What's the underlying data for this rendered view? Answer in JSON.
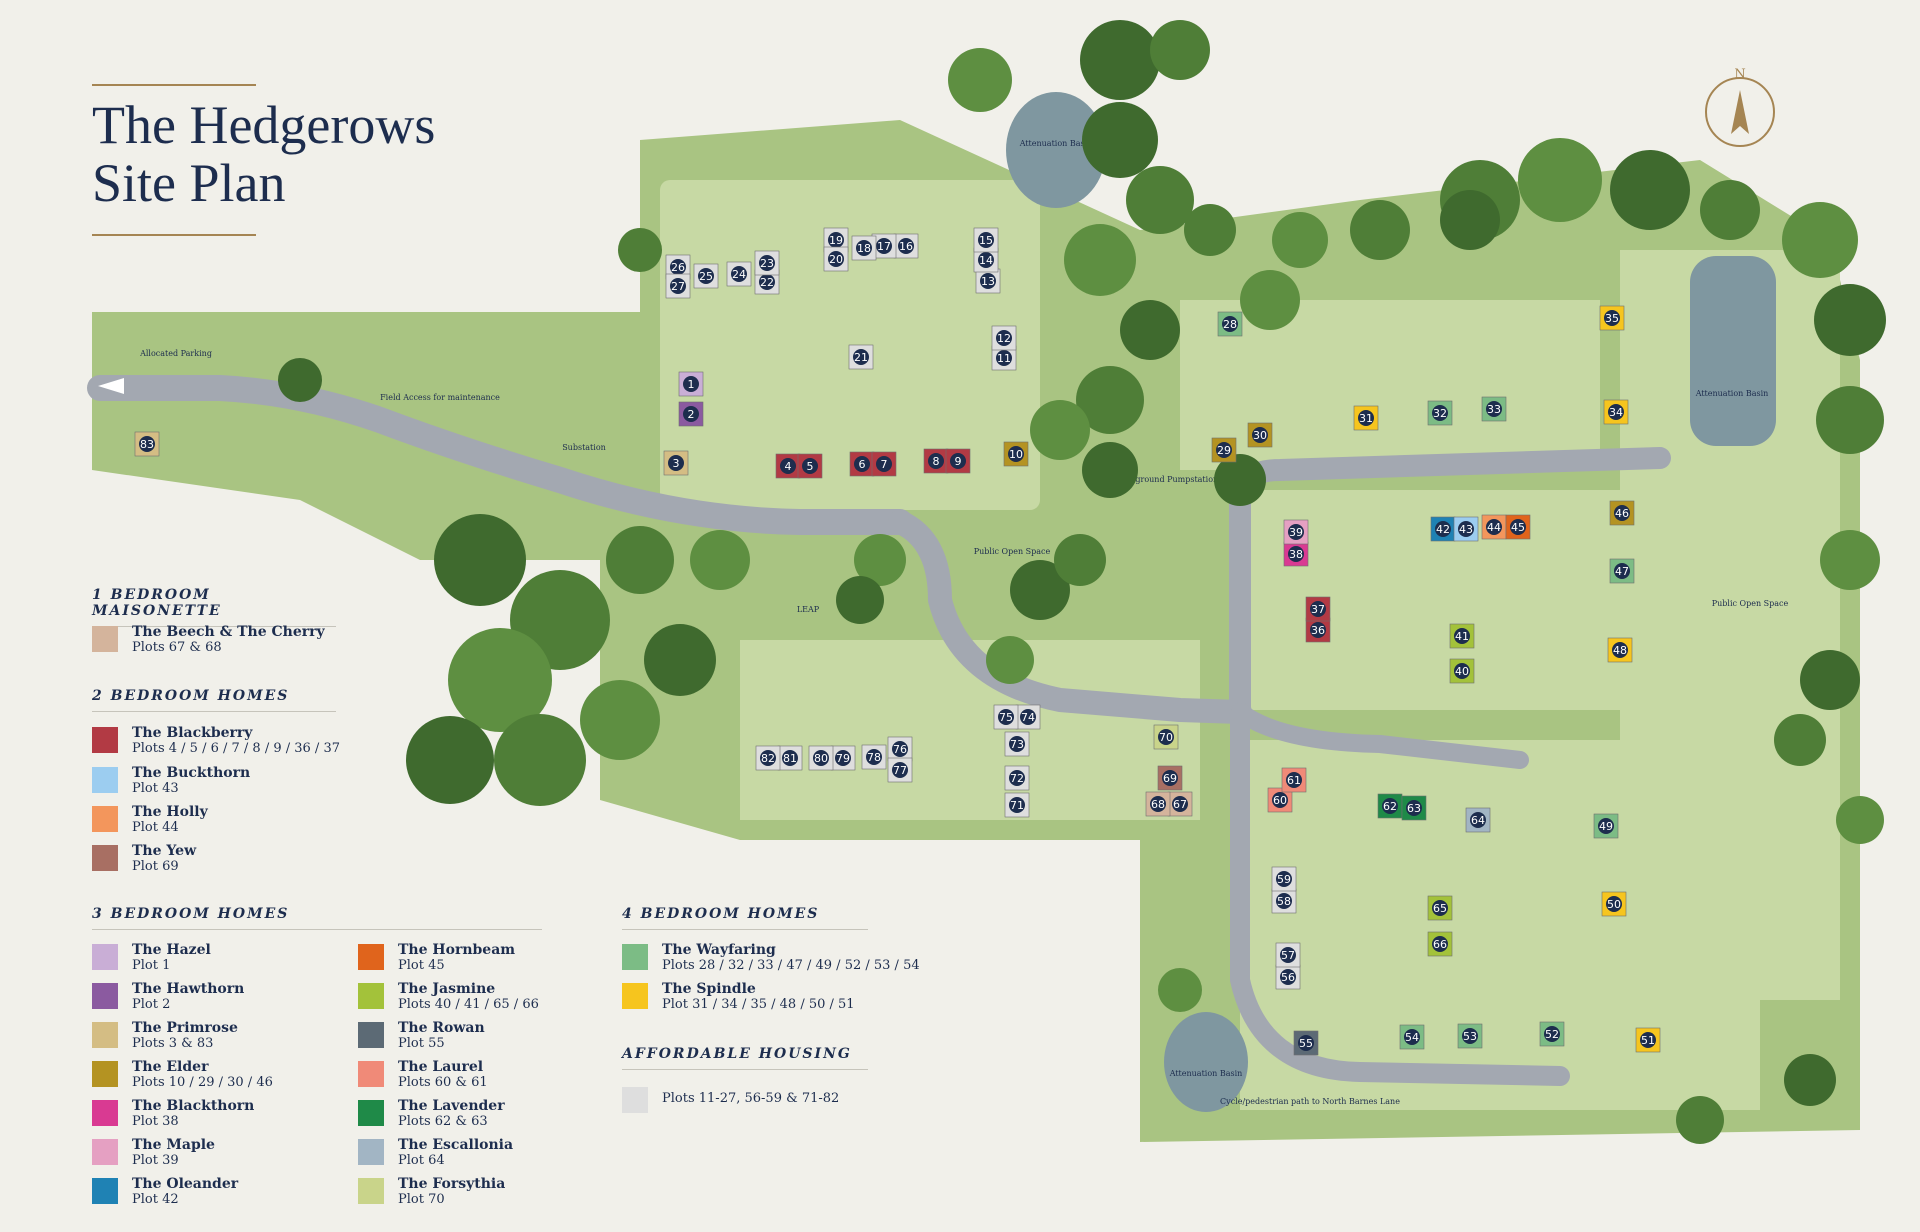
{
  "title_line1": "The Hedgerows",
  "title_line2": "Site Plan",
  "north": "N",
  "map_labels": {
    "attenuation_basin": "Attenuation Basin",
    "allocated_parking": "Allocated Parking",
    "field_access": "Field Access for maintenance",
    "substation": "Substation",
    "public_open_space": "Public Open Space",
    "underground_pumpstation": "Underground Pumpstation",
    "leap": "LEAP",
    "cycle_path": "Cycle/pedestrian path to North Barnes Lane"
  },
  "legend": {
    "one_bed": {
      "heading": "1 BEDROOM MAISONETTE",
      "items": [
        {
          "name": "The Beech & The Cherry",
          "plots": "Plots 67 & 68",
          "color": "#d4b49c"
        }
      ]
    },
    "two_bed": {
      "heading": "2 BEDROOM HOMES",
      "items": [
        {
          "name": "The Blackberry",
          "plots": "Plots 4 / 5 / 6 / 7 / 8 / 9 / 36 / 37",
          "color": "#b23a44"
        },
        {
          "name": "The Buckthorn",
          "plots": "Plot 43",
          "color": "#9ccdf0"
        },
        {
          "name": "The Holly",
          "plots": "Plot 44",
          "color": "#f3965c"
        },
        {
          "name": "The Yew",
          "plots": "Plot 69",
          "color": "#a86f63"
        }
      ]
    },
    "three_bed": {
      "heading": "3 BEDROOM HOMES",
      "col1": [
        {
          "name": "The Hazel",
          "plots": "Plot 1",
          "color": "#c9aed6"
        },
        {
          "name": "The Hawthorn",
          "plots": "Plot 2",
          "color": "#8b5aa0"
        },
        {
          "name": "The Primrose",
          "plots": "Plots 3 & 83",
          "color": "#d4bd84"
        },
        {
          "name": "The Elder",
          "plots": "Plots 10 / 29 / 30 / 46",
          "color": "#b49322"
        },
        {
          "name": "The Blackthorn",
          "plots": "Plot 38",
          "color": "#d93a92"
        },
        {
          "name": "The Maple",
          "plots": "Plot 39",
          "color": "#e5a0c2"
        },
        {
          "name": "The Oleander",
          "plots": "Plot 42",
          "color": "#1f82b4"
        }
      ],
      "col2": [
        {
          "name": "The Hornbeam",
          "plots": "Plot 45",
          "color": "#e0641c"
        },
        {
          "name": "The Jasmine",
          "plots": "Plots 40 / 41 / 65 / 66",
          "color": "#a3c23a"
        },
        {
          "name": "The Rowan",
          "plots": "Plot 55",
          "color": "#5c6a75"
        },
        {
          "name": "The Laurel",
          "plots": "Plots 60 & 61",
          "color": "#f08a78"
        },
        {
          "name": "The Lavender",
          "plots": "Plots 62 & 63",
          "color": "#1f8a48"
        },
        {
          "name": "The Escallonia",
          "plots": "Plot 64",
          "color": "#a2b5c4"
        },
        {
          "name": "The Forsythia",
          "plots": "Plot 70",
          "color": "#c9d48a"
        }
      ]
    },
    "four_bed": {
      "heading": "4 BEDROOM HOMES",
      "items": [
        {
          "name": "The Wayfaring",
          "plots": "Plots 28 / 32 / 33 / 47 / 49 / 52 / 53 / 54",
          "color": "#7cbc85"
        },
        {
          "name": "The Spindle",
          "plots": "Plot 31 / 34 / 35 / 48 / 50 / 51",
          "color": "#f6c51e"
        }
      ]
    },
    "affordable": {
      "heading": "AFFORDABLE HOUSING",
      "items": [
        {
          "name": "",
          "plots": "Plots 11-27, 56-59 & 71-82",
          "color": "#dedede"
        }
      ]
    }
  },
  "houses": [
    {
      "n": "1",
      "c": "#c9aed6"
    },
    {
      "n": "2",
      "c": "#8b5aa0"
    },
    {
      "n": "3",
      "c": "#d4bd84"
    },
    {
      "n": "4",
      "c": "#b23a44"
    },
    {
      "n": "5",
      "c": "#b23a44"
    },
    {
      "n": "6",
      "c": "#b23a44"
    },
    {
      "n": "7",
      "c": "#b23a44"
    },
    {
      "n": "8",
      "c": "#b23a44"
    },
    {
      "n": "9",
      "c": "#b23a44"
    },
    {
      "n": "10",
      "c": "#b49322"
    },
    {
      "n": "11",
      "c": "#dedede"
    },
    {
      "n": "12",
      "c": "#dedede"
    },
    {
      "n": "13",
      "c": "#dedede"
    },
    {
      "n": "14",
      "c": "#dedede"
    },
    {
      "n": "15",
      "c": "#dedede"
    },
    {
      "n": "16",
      "c": "#dedede"
    },
    {
      "n": "17",
      "c": "#dedede"
    },
    {
      "n": "18",
      "c": "#dedede"
    },
    {
      "n": "19",
      "c": "#dedede"
    },
    {
      "n": "20",
      "c": "#dedede"
    },
    {
      "n": "21",
      "c": "#dedede"
    },
    {
      "n": "22",
      "c": "#dedede"
    },
    {
      "n": "23",
      "c": "#dedede"
    },
    {
      "n": "24",
      "c": "#dedede"
    },
    {
      "n": "25",
      "c": "#dedede"
    },
    {
      "n": "26",
      "c": "#dedede"
    },
    {
      "n": "27",
      "c": "#dedede"
    },
    {
      "n": "28",
      "c": "#7cbc85"
    },
    {
      "n": "29",
      "c": "#b49322"
    },
    {
      "n": "30",
      "c": "#b49322"
    },
    {
      "n": "31",
      "c": "#f6c51e"
    },
    {
      "n": "32",
      "c": "#7cbc85"
    },
    {
      "n": "33",
      "c": "#7cbc85"
    },
    {
      "n": "34",
      "c": "#f6c51e"
    },
    {
      "n": "35",
      "c": "#f6c51e"
    },
    {
      "n": "36",
      "c": "#b23a44"
    },
    {
      "n": "37",
      "c": "#b23a44"
    },
    {
      "n": "38",
      "c": "#d93a92"
    },
    {
      "n": "39",
      "c": "#e5a0c2"
    },
    {
      "n": "40",
      "c": "#a3c23a"
    },
    {
      "n": "41",
      "c": "#a3c23a"
    },
    {
      "n": "42",
      "c": "#1f82b4"
    },
    {
      "n": "43",
      "c": "#9ccdf0"
    },
    {
      "n": "44",
      "c": "#f3965c"
    },
    {
      "n": "45",
      "c": "#e0641c"
    },
    {
      "n": "46",
      "c": "#b49322"
    },
    {
      "n": "47",
      "c": "#7cbc85"
    },
    {
      "n": "48",
      "c": "#f6c51e"
    },
    {
      "n": "49",
      "c": "#7cbc85"
    },
    {
      "n": "50",
      "c": "#f6c51e"
    },
    {
      "n": "51",
      "c": "#f6c51e"
    },
    {
      "n": "52",
      "c": "#7cbc85"
    },
    {
      "n": "53",
      "c": "#7cbc85"
    },
    {
      "n": "54",
      "c": "#7cbc85"
    },
    {
      "n": "55",
      "c": "#5c6a75"
    },
    {
      "n": "56",
      "c": "#dedede"
    },
    {
      "n": "57",
      "c": "#dedede"
    },
    {
      "n": "58",
      "c": "#dedede"
    },
    {
      "n": "59",
      "c": "#dedede"
    },
    {
      "n": "60",
      "c": "#f08a78"
    },
    {
      "n": "61",
      "c": "#f08a78"
    },
    {
      "n": "62",
      "c": "#1f8a48"
    },
    {
      "n": "63",
      "c": "#1f8a48"
    },
    {
      "n": "64",
      "c": "#a2b5c4"
    },
    {
      "n": "65",
      "c": "#a3c23a"
    },
    {
      "n": "66",
      "c": "#a3c23a"
    },
    {
      "n": "67",
      "c": "#d4b49c"
    },
    {
      "n": "68",
      "c": "#d4b49c"
    },
    {
      "n": "69",
      "c": "#a86f63"
    },
    {
      "n": "70",
      "c": "#c9d48a"
    },
    {
      "n": "71",
      "c": "#dedede"
    },
    {
      "n": "72",
      "c": "#dedede"
    },
    {
      "n": "73",
      "c": "#dedede"
    },
    {
      "n": "74",
      "c": "#dedede"
    },
    {
      "n": "75",
      "c": "#dedede"
    },
    {
      "n": "76",
      "c": "#dedede"
    },
    {
      "n": "77",
      "c": "#dedede"
    },
    {
      "n": "78",
      "c": "#dedede"
    },
    {
      "n": "79",
      "c": "#dedede"
    },
    {
      "n": "80",
      "c": "#dedede"
    },
    {
      "n": "81",
      "c": "#dedede"
    },
    {
      "n": "82",
      "c": "#dedede"
    },
    {
      "n": "83",
      "c": "#d4bd84"
    }
  ]
}
